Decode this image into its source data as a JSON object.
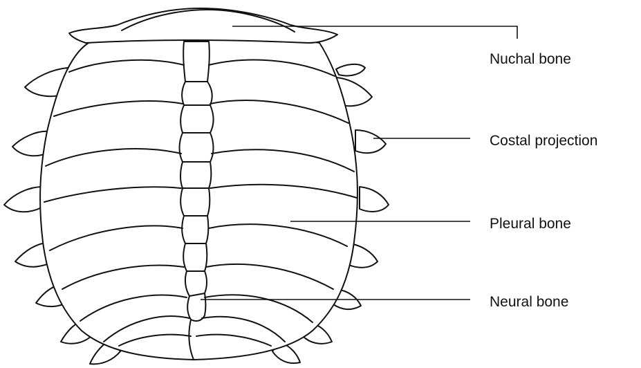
{
  "labels": {
    "nuchal": "Nuchal bone",
    "costal": "Costal projection",
    "pleural": "Pleural bone",
    "neural": "Neural bone"
  },
  "colors": {
    "line": "#111111",
    "background": "#ffffff"
  }
}
